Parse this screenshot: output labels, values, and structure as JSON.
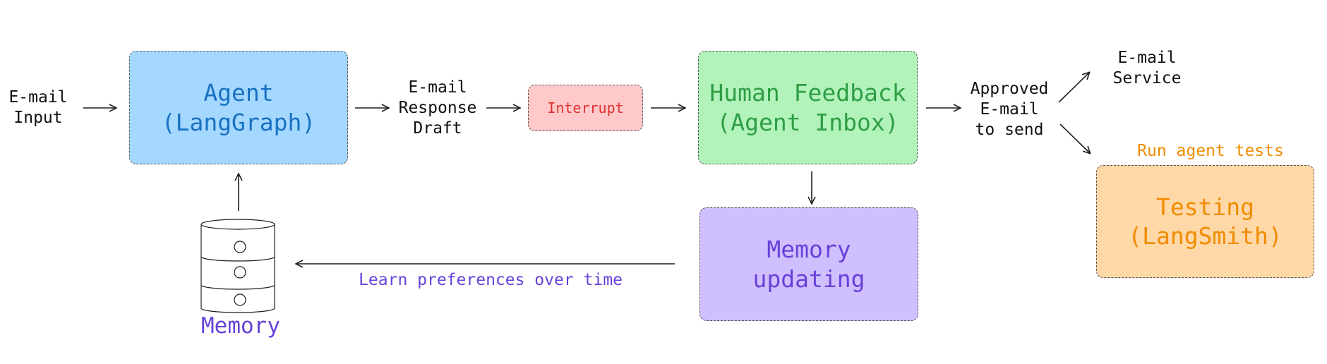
{
  "colors": {
    "agent_fill": "#a5d8ff",
    "agent_text": "#1971c2",
    "interrupt_fill": "#ffc9c9",
    "interrupt_text": "#e03131",
    "feedback_fill": "#b2f2bb",
    "feedback_text": "#2f9e44",
    "memory_fill": "#d0bfff",
    "memory_text": "#6741d9",
    "testing_fill": "#ffd8a8",
    "testing_text": "#f08c00",
    "arrow": "#1e1e1e",
    "plain_text": "#111111"
  },
  "nodes": {
    "email_input": "E-mail\nInput",
    "agent": "Agent\n(LangGraph)",
    "response_draft": "E-mail\nResponse\nDraft",
    "interrupt": "Interrupt",
    "human_feedback": "Human Feedback\n(Agent Inbox)",
    "approved_email": "Approved\nE-mail\nto send",
    "email_service": "E-mail\nService",
    "run_tests": "Run agent tests",
    "testing": "Testing\n(LangSmith)",
    "memory_updating": "Memory\nupdating",
    "learn_preferences": "Learn preferences over time",
    "memory": "Memory"
  },
  "icons": {
    "memory_store": "database-icon"
  }
}
